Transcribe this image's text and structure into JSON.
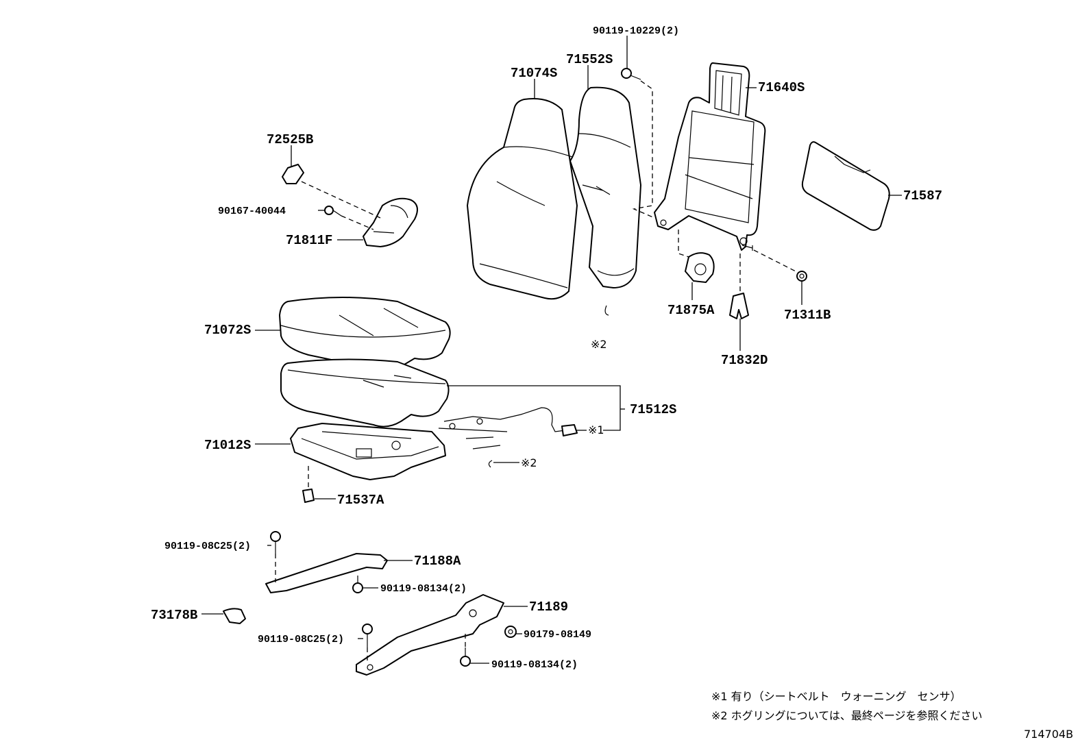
{
  "labels": {
    "p90119_10229": "90119-10229(2)",
    "p71552S": "71552S",
    "p71074S": "71074S",
    "p71640S": "71640S",
    "p72525B": "72525B",
    "p71587": "71587",
    "p90167_40044": "90167-40044",
    "p71811F": "71811F",
    "p71875A": "71875A",
    "p71311B": "71311B",
    "p71072S": "71072S",
    "p71832D": "71832D",
    "p71512S": "71512S",
    "p71012S": "71012S",
    "p71537A": "71537A",
    "p90119_08C25_a": "90119-08C25(2)",
    "p71188A": "71188A",
    "p90119_08134_a": "90119-08134(2)",
    "p73178B": "73178B",
    "p71189": "71189",
    "p90119_08C25_b": "90119-08C25(2)",
    "p90179_08149": "90179-08149",
    "p90119_08134_b": "90119-08134(2)",
    "mark1": "※1",
    "mark2a": "※2",
    "mark2b": "※2"
  },
  "notes": {
    "note1": "※1 有り（シートベルト　ウォーニング　センサ）",
    "note2": "※2 ホグリングについては、最終ページを参照ください"
  },
  "diagram_id": "714704B"
}
